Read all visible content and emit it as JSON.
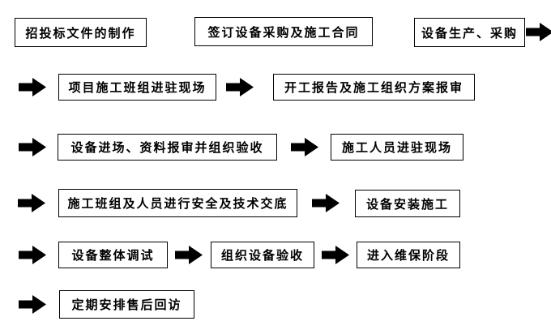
{
  "diagram": {
    "type": "flowchart",
    "colors": {
      "background": "#ffffff",
      "box_fill": "#ffffff",
      "box_border": "#000000",
      "text": "#000000",
      "arrow": "#000000"
    },
    "nodes": {
      "bidding_docs": "招投标文件的制作",
      "sign_contract": "签订设备采购及施工合同",
      "equipment_production": "设备生产、采购",
      "team_on_site": "项目施工班组进驻现场",
      "start_report": "开工报告及施工组织方案报审",
      "equipment_arrival": "设备进场、资料报审并组织验收",
      "personnel_on_site": "施工人员进驻现场",
      "safety_briefing": "施工班组及人员进行安全及技术交底",
      "equipment_install": "设备安装施工",
      "overall_debug": "设备整体调试",
      "acceptance": "组织设备验收",
      "maintenance_phase": "进入维保阶段",
      "after_sales_visit": "定期安排售后回访"
    },
    "arrows": [
      "after-equipment-production",
      "before-team-on-site",
      "team-on-site-to-start-report",
      "before-equipment-arrival",
      "equipment-arrival-to-personnel-on-site",
      "before-safety-briefing",
      "safety-briefing-to-equipment-install",
      "before-overall-debug",
      "overall-debug-to-acceptance",
      "acceptance-to-maintenance-phase",
      "before-after-sales-visit"
    ],
    "arrow_icon": "right-block-arrow"
  }
}
